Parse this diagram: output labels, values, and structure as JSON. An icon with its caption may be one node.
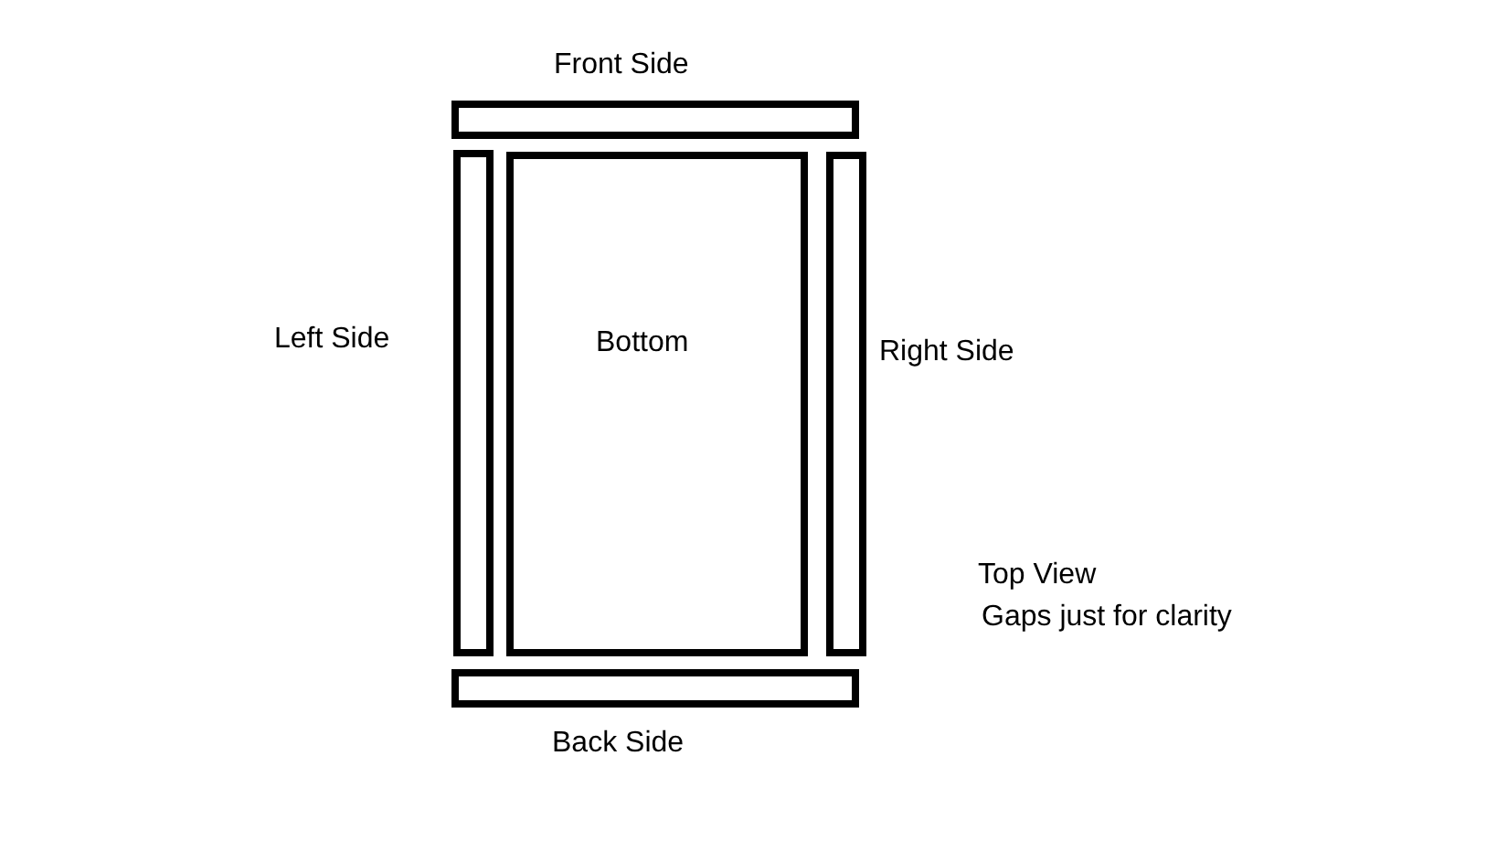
{
  "diagram": {
    "nodes": [
      {
        "text": [
          "Front Side"
        ]
      },
      {
        "text": [
          "Left Side"
        ]
      },
      {
        "text": [
          "Bottom"
        ]
      },
      {
        "text": [
          "Right Side"
        ]
      },
      {
        "text": [
          "Back Side"
        ]
      }
    ],
    "labels": [
      "Top View",
      "Gaps just for clarity"
    ]
  }
}
